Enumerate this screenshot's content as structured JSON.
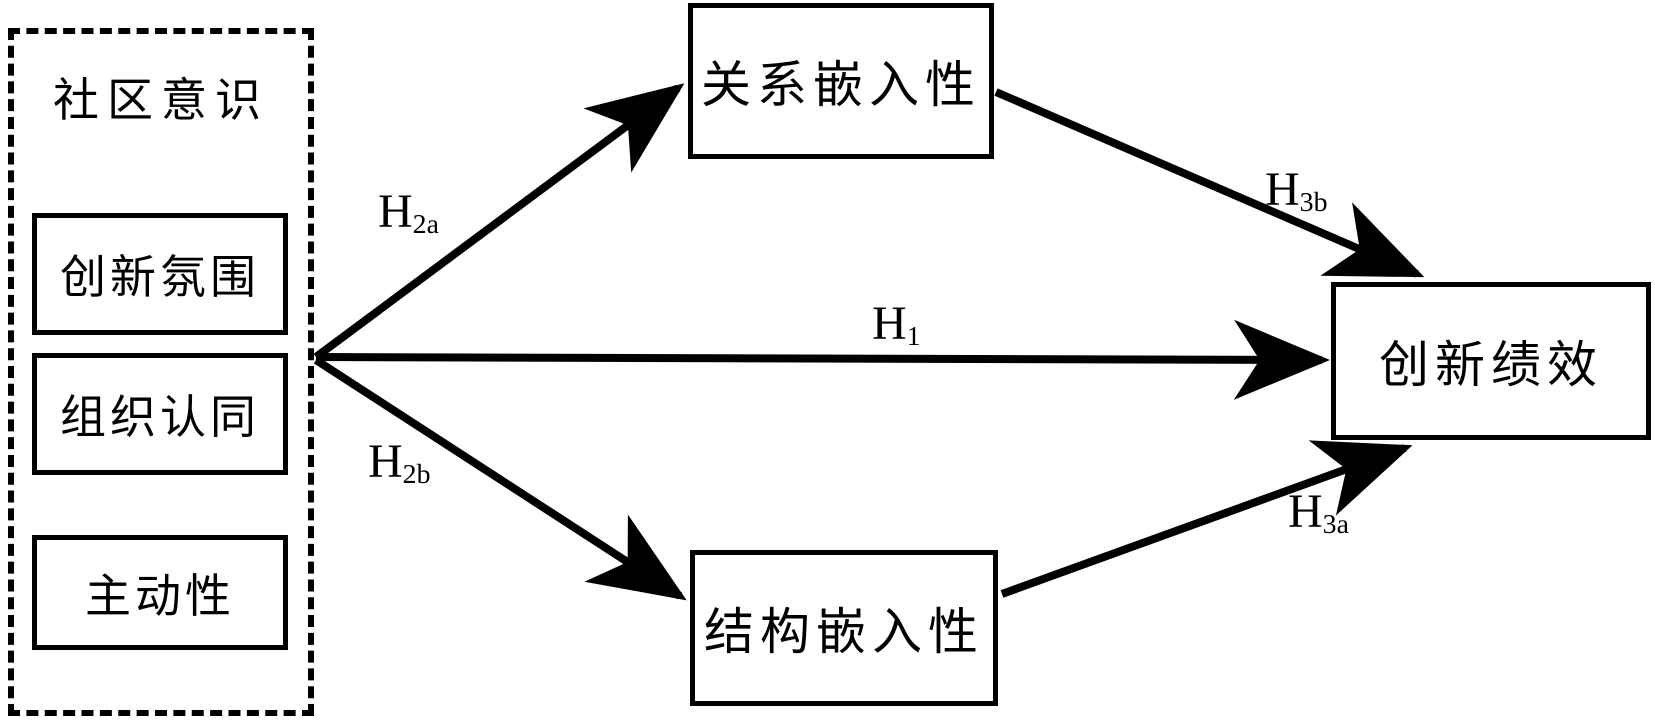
{
  "diagram": {
    "type": "research-model-path-diagram",
    "background": "#ffffff",
    "stroke_color": "#000000",
    "antecedent_group": {
      "title": "社区意识",
      "border_style": "dashed",
      "items": [
        {
          "label": "创新氛围"
        },
        {
          "label": "组织认同"
        },
        {
          "label": "主动性"
        }
      ]
    },
    "mediators": [
      {
        "id": "relational",
        "label": "关系嵌入性"
      },
      {
        "id": "structural",
        "label": "结构嵌入性"
      }
    ],
    "outcome": {
      "id": "performance",
      "label": "创新绩效"
    },
    "paths": [
      {
        "id": "h1",
        "letter": "H",
        "subscript": "1",
        "from": "社区意识",
        "to": "创新绩效"
      },
      {
        "id": "h2a",
        "letter": "H",
        "subscript": "2a",
        "from": "社区意识",
        "to": "关系嵌入性"
      },
      {
        "id": "h2b",
        "letter": "H",
        "subscript": "2b",
        "from": "社区意识",
        "to": "结构嵌入性"
      },
      {
        "id": "h3a",
        "letter": "H",
        "subscript": "3a",
        "from": "结构嵌入性",
        "to": "创新绩效"
      },
      {
        "id": "h3b",
        "letter": "H",
        "subscript": "3b",
        "from": "关系嵌入性",
        "to": "创新绩效"
      }
    ]
  }
}
